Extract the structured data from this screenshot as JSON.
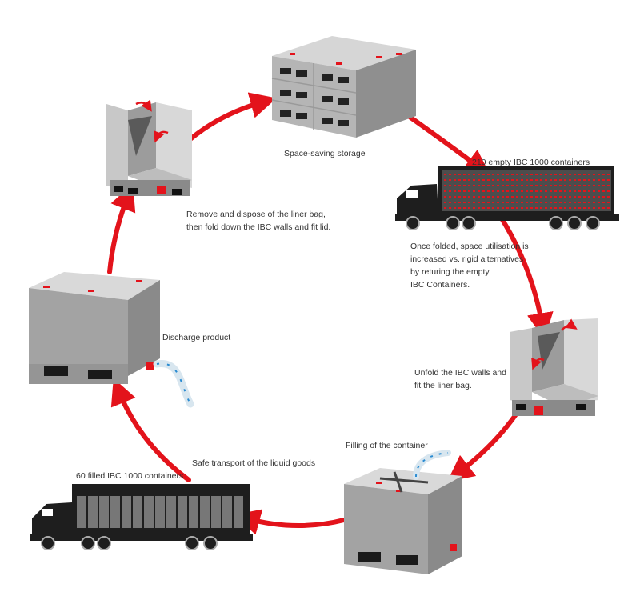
{
  "accent_color": "#e3131b",
  "steps": [
    {
      "id": "storage",
      "label": "Space-saving storage",
      "icon": "stacked-ibc-icon"
    },
    {
      "id": "empty-truck",
      "label": "210 empty IBC 1000 containers",
      "icon": "truck-empty-icon"
    },
    {
      "id": "return",
      "lines": [
        "Once folded, space utilisation is",
        "increased vs. rigid alternatives",
        "by returing the empty",
        "IBC Containers."
      ]
    },
    {
      "id": "unfold",
      "lines": [
        "Unfold the IBC walls and",
        "fit the liner bag."
      ],
      "icon": "open-ibc-icon"
    },
    {
      "id": "filling",
      "label": "Filling of the container",
      "icon": "filling-ibc-icon"
    },
    {
      "id": "transport",
      "label": "Safe transport of the liquid goods"
    },
    {
      "id": "full-truck",
      "label": "60 filled IBC 1000 containers",
      "icon": "truck-full-icon"
    },
    {
      "id": "discharge",
      "label": "Discharge product",
      "icon": "discharge-ibc-icon"
    },
    {
      "id": "remove",
      "lines": [
        "Remove and dispose of the liner bag,",
        "then fold down the IBC walls and fit lid."
      ],
      "icon": "open-ibc-icon"
    }
  ]
}
